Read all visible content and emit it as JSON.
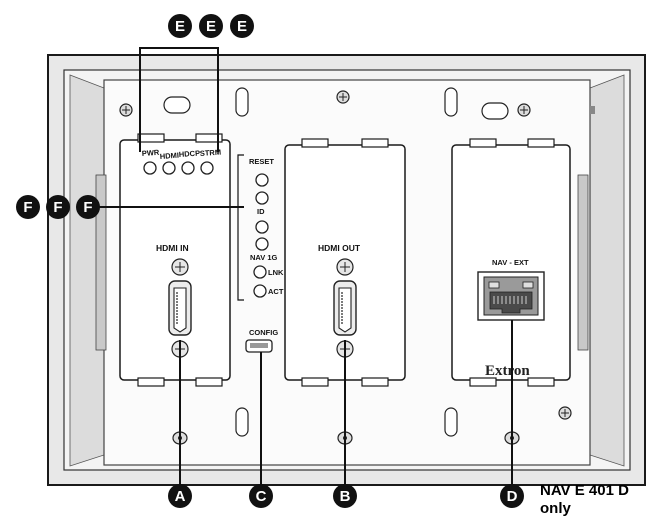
{
  "callouts": {
    "e1": "E",
    "e2": "E",
    "e3": "E",
    "f1": "F",
    "f2": "F",
    "f3": "F",
    "a": "A",
    "b": "B",
    "c": "C",
    "d": "D"
  },
  "leds_top": {
    "pwr": "PWR",
    "hdmi": "HDMI",
    "hdcp": "HDCP",
    "strm": "STRM"
  },
  "side_labels": {
    "reset": "RESET",
    "id": "ID",
    "nav1g": "NAV 1G",
    "lnk": "LNK",
    "act": "ACT"
  },
  "ports": {
    "hdmi_in": "HDMI IN",
    "hdmi_out": "HDMI OUT",
    "config": "CONFIG",
    "nav_ext": "NAV - EXT"
  },
  "brand": "Extron",
  "note": {
    "line1": "NAV E 401 D",
    "line2": "only"
  },
  "colors": {
    "callout_fill": "#111111",
    "panel_fill": "#ffffff",
    "line": "#1a1a1a"
  }
}
